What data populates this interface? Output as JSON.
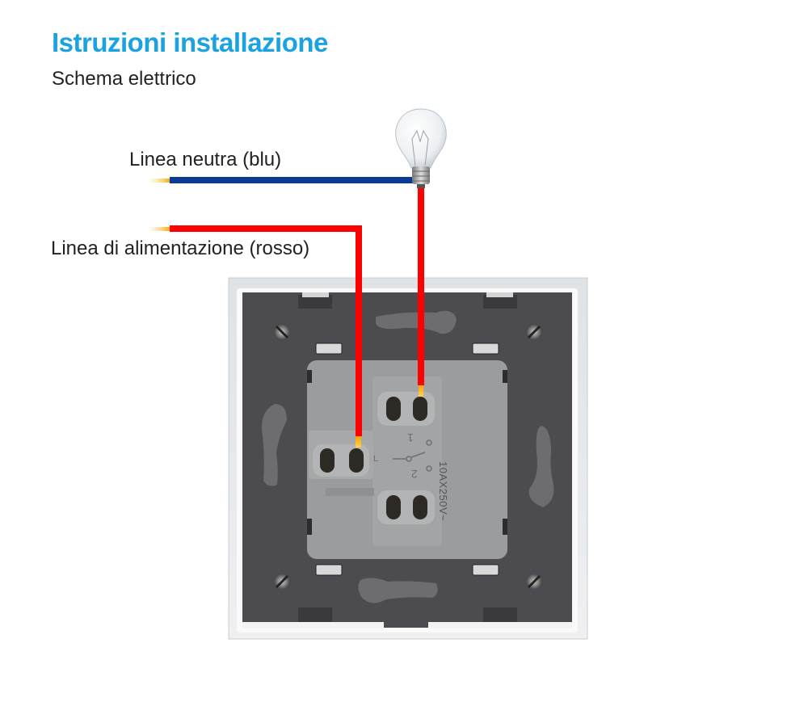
{
  "header": {
    "title": "Istruzioni installazione",
    "subtitle": "Schema elettrico"
  },
  "wires": {
    "neutral": {
      "label": "Linea neutra (blu)",
      "color": "#0a3a96"
    },
    "live": {
      "label": "Linea di alimentazione (rosso)",
      "color": "#fd0000"
    },
    "strip_tip_color": "#f5b400"
  },
  "switch_module": {
    "rating": "10AX250V~",
    "terminals": {
      "common": "L",
      "one": "1",
      "two": "2"
    }
  },
  "colors": {
    "title": "#1aa3e0",
    "frame": "#e6e8ea",
    "plate": "#4b4b50",
    "module": "#9a9c9e"
  }
}
